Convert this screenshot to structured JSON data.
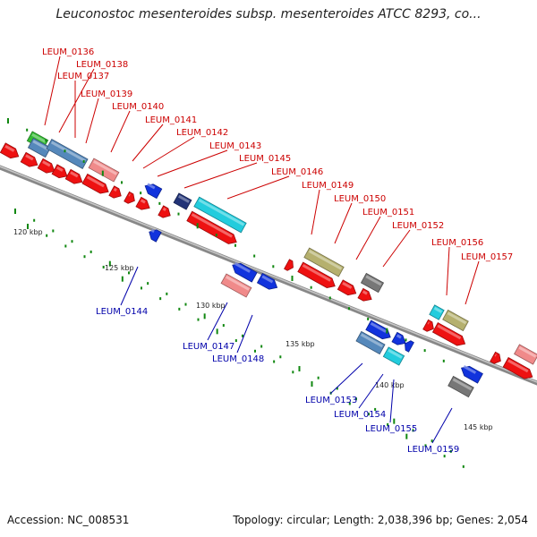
{
  "title": "Leuconostoc mesenteroides subsp. mesenteroides ATCC 8293, co...",
  "footer": {
    "accession": "Accession: NC_008531",
    "stats": "Topology: circular; Length: 2,038,396 bp; Genes: 2,054"
  },
  "colors": {
    "red": "#ee1111",
    "blue": "#1133dd",
    "steelblue": "#5588bb",
    "pink": "#f08a8a",
    "cyan": "#22ccdd",
    "khaki": "#b5b06e",
    "gray": "#777777",
    "green": "#33bb33",
    "navy": "#223377",
    "tick": "#118811",
    "label_top": "#cc0000",
    "label_bottom": "#0000aa"
  },
  "scale_labels": [
    "120 kbp",
    "125 kbp",
    "130 kbp",
    "135 kbp",
    "140 kbp",
    "145 kbp"
  ],
  "top_labels": [
    "LEUM_0136",
    "LEUM_0138",
    "LEUM_0137",
    "LEUM_0139",
    "LEUM_0140",
    "LEUM_0141",
    "LEUM_0142",
    "LEUM_0143",
    "LEUM_0145",
    "LEUM_0146",
    "LEUM_0149",
    "LEUM_0150",
    "LEUM_0151",
    "LEUM_0152",
    "LEUM_0156",
    "LEUM_0157"
  ],
  "bottom_labels": [
    "LEUM_0144",
    "LEUM_0147",
    "LEUM_0148",
    "LEUM_0153",
    "LEUM_0154",
    "LEUM_0155",
    "LEUM_0159"
  ]
}
